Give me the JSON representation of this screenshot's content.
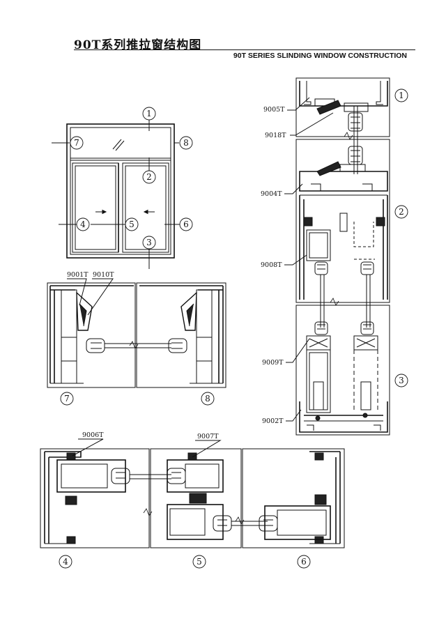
{
  "title": {
    "cn": "90T系列推拉窗结构图",
    "en": "90T SERIES SLINDING WINDOW CONSTRUCTION"
  },
  "markers": {
    "elevation": [
      "1",
      "2",
      "3",
      "4",
      "5",
      "6",
      "7",
      "8"
    ],
    "section_right": [
      "1",
      "2",
      "3"
    ],
    "section_mid": [
      "7",
      "8"
    ],
    "section_bottom": [
      "4",
      "5",
      "6"
    ]
  },
  "part_labels": {
    "p9005": "9005T",
    "p9018": "9018T",
    "p9004": "9004T",
    "p9008": "9008T",
    "p9009": "9009T",
    "p9002": "9002T",
    "p9001": "9001T",
    "p9010": "9010T",
    "p9006": "9006T",
    "p9007": "9007T"
  }
}
